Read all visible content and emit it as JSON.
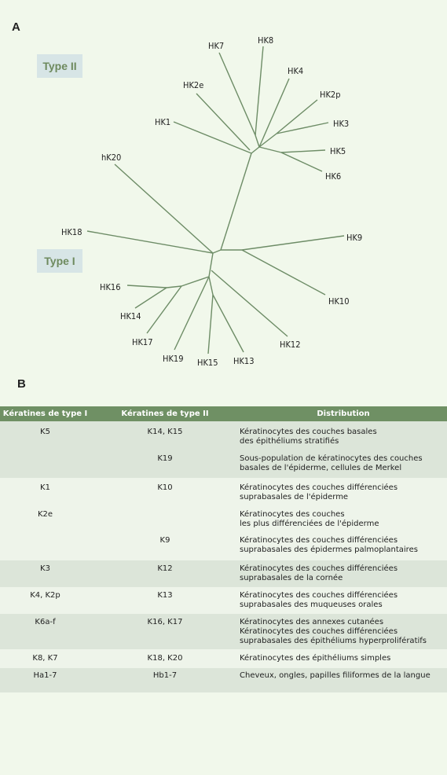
{
  "panel_a": {
    "label": "A",
    "type_ii_label": "Type II",
    "type_i_label": "Type I",
    "leaves": {
      "hk7": "HK7",
      "hk8": "HK8",
      "hk4": "HK4",
      "hk2p": "HK2p",
      "hk3": "HK3",
      "hk5": "HK5",
      "hk6": "HK6",
      "hk2e": "HK2e",
      "hk1": "HK1",
      "hk20": "hK20",
      "hk18": "HK18",
      "hk9": "HK9",
      "hk10": "HK10",
      "hk12": "HK12",
      "hk13": "HK13",
      "hk15": "HK15",
      "hk19": "HK19",
      "hk17": "HK17",
      "hk14": "HK14",
      "hk16": "HK16"
    },
    "line_color": "#6d8c66"
  },
  "panel_b": {
    "label": "B",
    "headers": [
      "Kératines de type I",
      "Kératines de type II",
      "Distribution"
    ],
    "rows": [
      {
        "t1": "K5",
        "t2": "K14, K15",
        "dist": "Kératinocytes des couches basales\ndes épithéliums stratifiés"
      },
      {
        "t1": "",
        "t2": "K19",
        "dist": "Sous-population de kératinocytes des couches\nbasales de l'épiderme, cellules de Merkel"
      },
      {
        "t1": "K1",
        "t2": "K10",
        "dist": "Kératinocytes des couches différenciées\nsuprabasales de l'épiderme"
      },
      {
        "t1": "K2e",
        "t2": "",
        "dist": "Kératinocytes des couches\nles plus différenciées de l'épiderme"
      },
      {
        "t1": "",
        "t2": "K9",
        "dist": "Kératinocytes des couches différenciées\nsuprabasales des épidermes palmoplantaires"
      },
      {
        "t1": "K3",
        "t2": "K12",
        "dist": "Kératinocytes des couches différenciées\nsuprabasales de la cornée"
      },
      {
        "t1": "K4, K2p",
        "t2": "K13",
        "dist": "Kératinocytes des couches différenciées\nsuprabasales des muqueuses orales"
      },
      {
        "t1": "K6a-f",
        "t2": "K16, K17",
        "dist": "Kératinocytes des annexes cutanées\nKératinocytes des couches différenciées\nsuprabasales des épithéliums hyperprolifératifs"
      },
      {
        "t1": "K8, K7",
        "t2": "K18, K20",
        "dist": "Kératinocytes des épithéliums simples"
      },
      {
        "t1": "Ha1-7",
        "t2": "Hb1-7",
        "dist": "Cheveux, ongles, papilles filiformes de la langue"
      }
    ]
  }
}
